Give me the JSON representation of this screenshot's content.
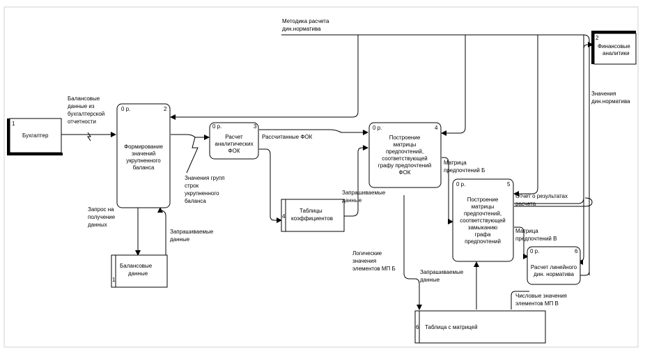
{
  "nodes": [
    {
      "id": "n1",
      "kind": "external",
      "num": "1",
      "lines": [
        "Бухгалтер"
      ]
    },
    {
      "id": "n2",
      "kind": "external",
      "num": "2",
      "lines": [
        "Финансовые",
        "аналитики"
      ]
    },
    {
      "id": "p2",
      "kind": "process",
      "num": "2",
      "cost": "0 р.",
      "lines": [
        "Формирование",
        "значений",
        "укрупненного",
        "баланса"
      ]
    },
    {
      "id": "p3",
      "kind": "process",
      "num": "3",
      "cost": "0 р.",
      "lines": [
        "Расчет",
        "аналитических",
        "ФОК"
      ]
    },
    {
      "id": "p4",
      "kind": "process",
      "num": "4",
      "cost": "0 р.",
      "lines": [
        "Построение",
        "матрицы",
        "предпочтений,",
        "соответствующей",
        "графу предпочтений",
        "ФОК"
      ]
    },
    {
      "id": "p5",
      "kind": "process",
      "num": "5",
      "cost": "0 р.",
      "lines": [
        "Построение",
        "матрицы",
        "предпочтений,",
        "соответствующей",
        "замыканию",
        "графа",
        "предпочтений"
      ]
    },
    {
      "id": "p6",
      "kind": "process",
      "num": "6",
      "cost": "0 р.",
      "lines": [
        "Расчет линейного",
        "дин. норматива"
      ]
    },
    {
      "id": "s1",
      "kind": "store",
      "num": "1",
      "lines": [
        "Балансовые",
        "данные"
      ]
    },
    {
      "id": "s4",
      "kind": "store",
      "num": "4",
      "lines": [
        "Таблицы",
        "коэффициентов"
      ]
    },
    {
      "id": "s6",
      "kind": "store",
      "num": "6",
      "lines": [
        "Таблица с матрицей"
      ]
    }
  ],
  "labels": [
    {
      "id": "l1",
      "lines": [
        "Методика расчета",
        "дин.норматива"
      ]
    },
    {
      "id": "l2",
      "lines": [
        "Балансовые",
        "данные из",
        "бухгалтерской",
        "отчетности"
      ]
    },
    {
      "id": "l3",
      "lines": [
        "Рассчитанные ФОК"
      ]
    },
    {
      "id": "l4",
      "lines": [
        "Значения групп",
        "строк",
        "укрупненного",
        "баланса"
      ]
    },
    {
      "id": "l5",
      "lines": [
        "Запрос на",
        "получение",
        "данных"
      ]
    },
    {
      "id": "l6",
      "lines": [
        "Запрашиваемые",
        "данные"
      ]
    },
    {
      "id": "l7",
      "lines": [
        "Запрашиваемые",
        "данные"
      ]
    },
    {
      "id": "l8",
      "lines": [
        "Матрица",
        "предпочтений Б"
      ]
    },
    {
      "id": "l9",
      "lines": [
        "Логические",
        "значения",
        "элементов МП Б"
      ]
    },
    {
      "id": "l10",
      "lines": [
        "Запрашиваемые",
        "данные"
      ]
    },
    {
      "id": "l11",
      "lines": [
        "Отчет о результатах",
        "расчета"
      ]
    },
    {
      "id": "l12",
      "lines": [
        "Матрица",
        "предпочтений В"
      ]
    },
    {
      "id": "l13",
      "lines": [
        "Числовые значения",
        "элементов МП В"
      ]
    },
    {
      "id": "l14",
      "lines": [
        "Значения",
        "дин.норматива"
      ]
    }
  ]
}
